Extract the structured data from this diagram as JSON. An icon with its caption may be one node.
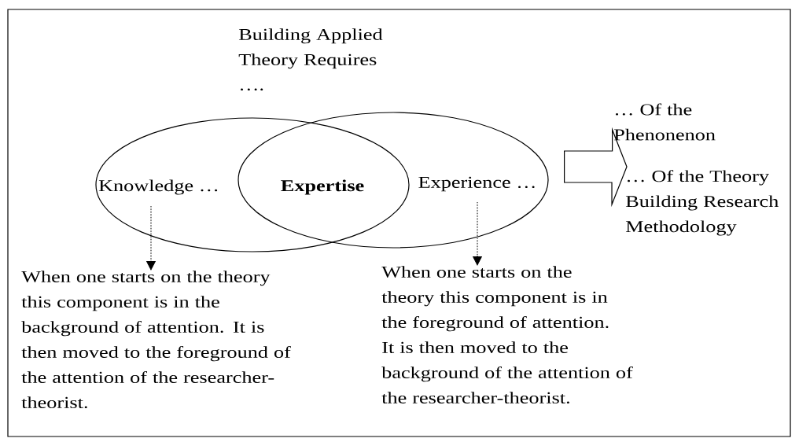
{
  "diagram": {
    "title": "Building Applied Theory Requires ….",
    "nodes": [
      {
        "text": [
          "Knowledge …"
        ]
      },
      {
        "text": [
          "Experience …"
        ]
      },
      {
        "text": [
          "Expertise"
        ]
      },
      {
        "text": [
          "When one starts on the theory this component is in the background of attention.  It is then moved to the foreground of the attention of the researcher-theorist."
        ]
      },
      {
        "text": [
          "When one starts on the theory this component is in the foreground of attention.  It is then moved to the background of the attention of the researcher-theorist."
        ]
      },
      {
        "text": [
          "… Of the Phenonenon"
        ]
      },
      {
        "text": [
          "… Of the Theory Building Research Methodology"
        ]
      }
    ],
    "edges": [
      {
        "from": 0,
        "to": 3,
        "arrow": "to",
        "style": "dashed"
      },
      {
        "from": 1,
        "to": 4,
        "arrow": "to",
        "style": "dashed"
      },
      {
        "from": 1,
        "to": 5,
        "arrow": "to",
        "style": "thick"
      },
      {
        "from": 1,
        "to": 6,
        "arrow": "to",
        "style": "thick"
      }
    ]
  }
}
